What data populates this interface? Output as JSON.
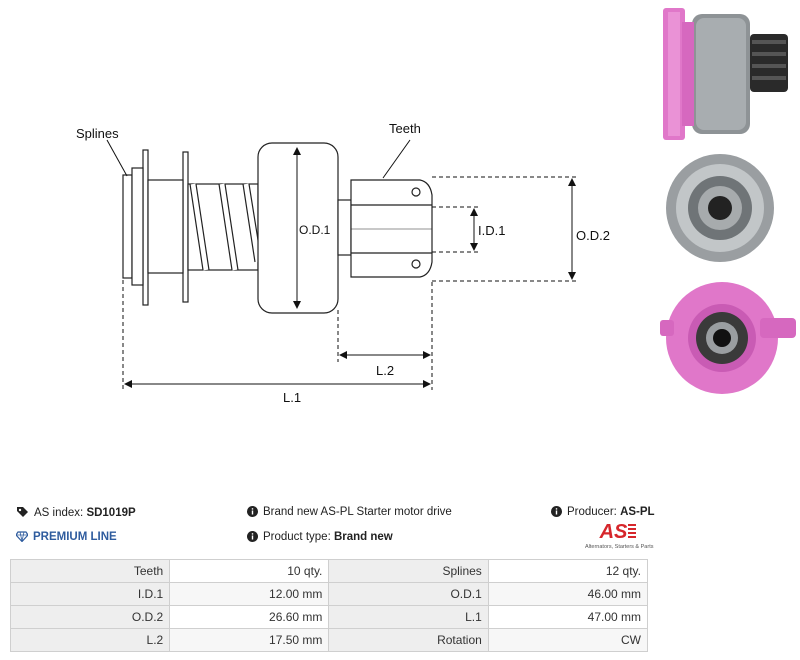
{
  "diagram": {
    "labels": {
      "splines": "Splines",
      "teeth": "Teeth",
      "od1": "O.D.1",
      "id1": "I.D.1",
      "od2": "O.D.2",
      "l2": "L.2",
      "l1": "L.1"
    }
  },
  "product": {
    "as_index_label": "AS index:",
    "as_index": "SD1019P",
    "premium": "PREMIUM LINE",
    "description": "Brand new AS-PL Starter motor drive",
    "product_type_label": "Product type:",
    "product_type": "Brand new",
    "producer_label": "Producer:",
    "producer": "AS-PL"
  },
  "logo": {
    "text": "AS",
    "tagline": "Alternators, Starters & Parts"
  },
  "specs": [
    {
      "k1": "Teeth",
      "v1": "10 qty.",
      "k2": "Splines",
      "v2": "12 qty."
    },
    {
      "k1": "I.D.1",
      "v1": "12.00 mm",
      "k2": "O.D.1",
      "v2": "46.00 mm"
    },
    {
      "k1": "O.D.2",
      "v1": "26.60 mm",
      "k2": "L.1",
      "v2": "47.00 mm"
    },
    {
      "k1": "L.2",
      "v1": "17.50 mm",
      "k2": "Rotation",
      "v2": "CW"
    }
  ],
  "colors": {
    "pink": "#e077c9",
    "metal": "#8a8f92",
    "premium": "#2f5c9e",
    "logo_red": "#d6262b"
  },
  "icons": [
    "tag-icon",
    "info-icon",
    "diamond-icon"
  ]
}
